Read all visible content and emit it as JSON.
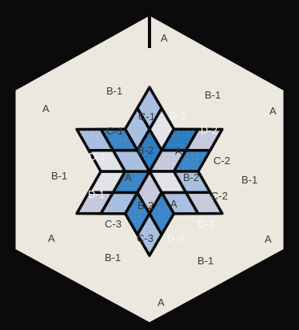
{
  "colors": {
    "background": "#0b0b0b",
    "cream": "#ece8df",
    "light_blue": "#a9bfe1",
    "lavender": "#c7c9dc",
    "white_print": "#e2e4ea",
    "dark_blue": "#2f7dc1",
    "mid_blue": "#3d86c7",
    "seam": "#0a0a0a"
  },
  "labels": {
    "a_top": "A",
    "a_left_upper": "A",
    "a_right_upper": "A",
    "a_left_lower": "A",
    "a_right_lower": "A",
    "a_bottom": "A",
    "a_center_upper": "A",
    "a_center_left": "A",
    "a_center_right": "A",
    "b1_top_left": "B-1",
    "c1_upper_left_a": "C-1",
    "c1_upper_left_b": "C-1",
    "d2_top": "D-2",
    "b1_top_right": "B-1",
    "d2_right": "D-2",
    "b2_upper": "B-2",
    "d1_left_upper": "D-1",
    "c2_right": "C-2",
    "b1_left": "B-1",
    "b1_right": "B-1",
    "b2_right": "B-2",
    "c2_right_lower": "C-2",
    "d1_left_lower": "D-1",
    "b2_lower": "B-2",
    "d3_right": "D-3",
    "c3_left_a": "C-3",
    "c3_left_b": "C-3",
    "d3_bottom": "D-3",
    "b1_bottom_left": "B-1",
    "b1_bottom_right": "B-1"
  }
}
